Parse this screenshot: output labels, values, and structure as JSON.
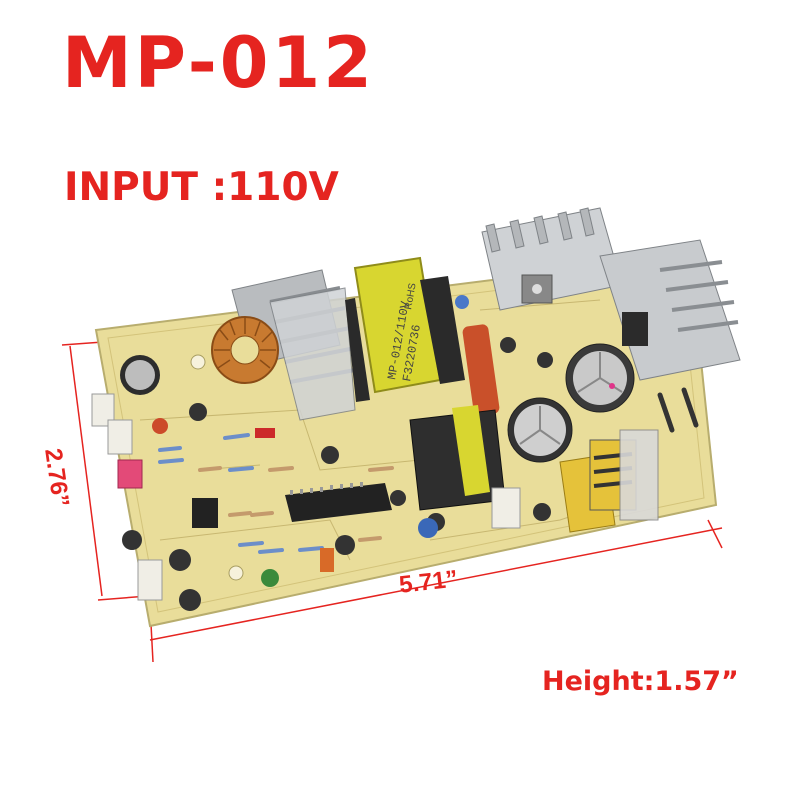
{
  "title": "MP-012",
  "input_label": "INPUT :110V",
  "height_label": "Height:1.57”",
  "dimensions": {
    "width_label": "5.71”",
    "height_label": "2.76”"
  },
  "board_markings": {
    "transformer_label": "MP-012/110V",
    "transformer_code": "F3220736",
    "transformer_rohs": "RoHS"
  },
  "colors": {
    "accent": "#e52420",
    "pcb": "#e9dd9a",
    "transformer": "#d8d630",
    "heatsink": "#c8c8c8",
    "coil": "#c87a30"
  }
}
